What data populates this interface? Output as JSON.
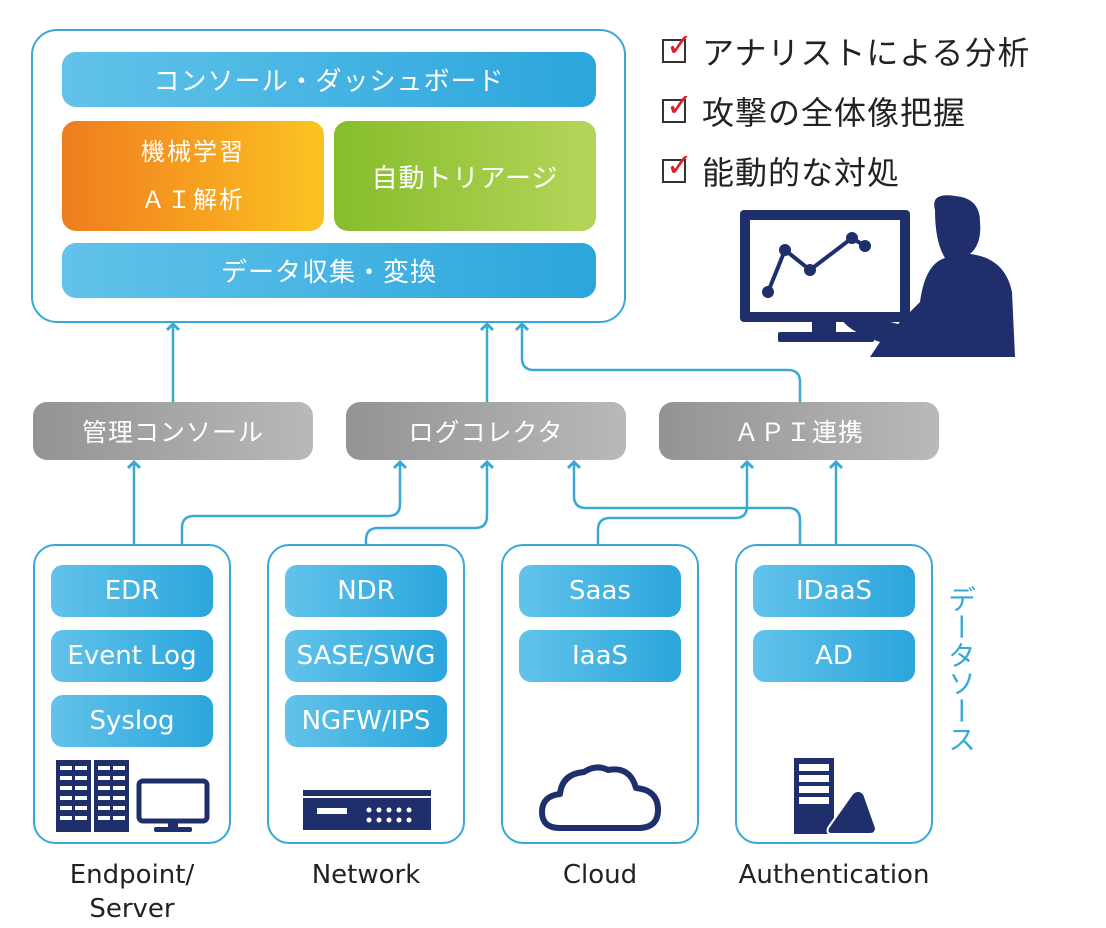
{
  "platform": {
    "dashboard": "コンソール・ダッシュボード",
    "ml_line1": "機械学習",
    "ml_line2": "ＡＩ解析",
    "triage": "自動トリアージ",
    "collection": "データ収集・変換"
  },
  "checklist": [
    {
      "label": "アナリストによる分析"
    },
    {
      "label": "攻撃の全体像把握"
    },
    {
      "label": "能動的な対処"
    }
  ],
  "collectors": {
    "console": "管理コンソール",
    "log_collector": "ログコレクタ",
    "api": "ＡＰＩ連携"
  },
  "sources": [
    {
      "caption": "Endpoint/\nServer",
      "items": [
        "EDR",
        "Event Log",
        "Syslog"
      ]
    },
    {
      "caption": "Network",
      "items": [
        "NDR",
        "SASE/SWG",
        "NGFW/IPS"
      ]
    },
    {
      "caption": "Cloud",
      "items": [
        "Saas",
        "IaaS"
      ]
    },
    {
      "caption": "Authentication",
      "items": [
        "IDaaS",
        "AD"
      ]
    }
  ],
  "data_source_label": "データソース",
  "colors": {
    "accent_blue": "#38a9d6",
    "ml_orange": "#ee7d1f",
    "triage_green": "#86bd2b",
    "collector_gray": "#a0a0a0",
    "analyst_navy": "#1f2f6b",
    "check_red": "#d9202c"
  },
  "icons": [
    "server-rack-icon",
    "monitor-icon",
    "network-appliance-icon",
    "cloud-icon",
    "auth-server-icon",
    "analyst-icon",
    "checkbox-icon"
  ]
}
